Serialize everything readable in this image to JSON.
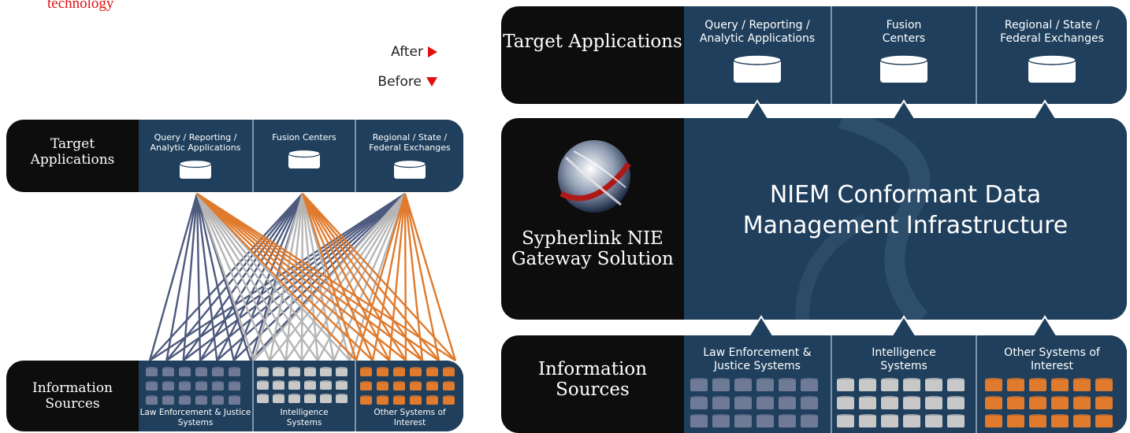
{
  "intro_text": "technology",
  "legend": {
    "after": "After",
    "before": "Before"
  },
  "colors": {
    "band_black": "#0d0d0d",
    "panel_navy": "#1f3f5c",
    "line_navy": "#4d5a7e",
    "line_grey": "#b5b5b5",
    "line_orange": "#e07a2c",
    "accent_red": "#e01010"
  },
  "before_diagram": {
    "targets_label": "Target Applications",
    "targets": [
      {
        "label": "Query / Reporting / Analytic Applications"
      },
      {
        "label": "Fusion Centers"
      },
      {
        "label": "Regional / State / Federal Exchanges"
      }
    ],
    "sources_label": "Information Sources",
    "sources": [
      {
        "label": "Law Enforcement & Justice Systems",
        "color": "#6f7a96"
      },
      {
        "label": "Intelligence Systems",
        "color": "#c8c8c8"
      },
      {
        "label": "Other Systems of Interest",
        "color": "#e07a2c"
      }
    ]
  },
  "after_diagram": {
    "targets_label": "Target Applications",
    "targets": [
      {
        "label": "Query / Reporting / Analytic Applications"
      },
      {
        "label": "Fusion Centers"
      },
      {
        "label": "Regional / State / Federal Exchanges"
      }
    ],
    "gateway_label": "Sypherlink NIE Gateway Solution",
    "infrastructure_title": "NIEM Conformant Data Management Infrastructure",
    "sources_label": "Information Sources",
    "sources": [
      {
        "label": "Law Enforcement & Justice Systems",
        "color": "#6f7a96"
      },
      {
        "label": "Intelligence Systems",
        "color": "#c8c8c8"
      },
      {
        "label": "Other Systems of Interest",
        "color": "#e07a2c"
      }
    ]
  }
}
